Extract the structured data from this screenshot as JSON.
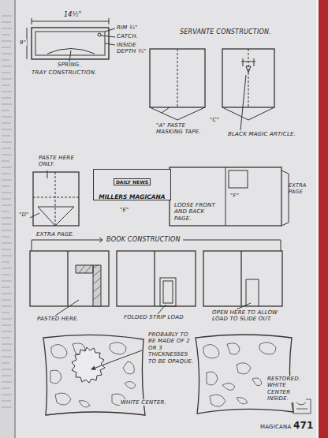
{
  "diagram": {
    "nodes": [
      {
        "text": [
          "DAILY NEWS",
          "MILLERS MAGICANA"
        ]
      }
    ],
    "labels": [
      "14½\"",
      "9\"",
      "RIM ¼\"",
      "CATCH.",
      "INSIDE DEPTH ¼\"",
      "SPRING.",
      "TRAY CONSTRUCTION.",
      "SERVANTE CONSTRUCTION.",
      "\"A\" PASTE MASKING TAPE.",
      "\"C\"",
      "BLACK MAGIC ARTICLE.",
      "PASTE HERE ONLY.",
      "\"D\"",
      "EXTRA PAGE.",
      "\"E\"",
      "LOOSE FRONT AND BACK PAGE.",
      "EXTRA PAGE",
      "\"F\"",
      "BOOK CONSTRUCTION",
      "PASTED HERE.",
      "FOLDED STRIP LOAD",
      "OPEN HERE TO ALLOW LOAD TO SLIDE OUT.",
      "PROBABLY TO BE MADE OF 2 OR 3 THICKNESSES TO BE OPAQUE.",
      "WHITE CENTER.",
      "RESTORED. WHITE CENTER INSIDE.",
      "MAGICANA",
      "471"
    ]
  }
}
